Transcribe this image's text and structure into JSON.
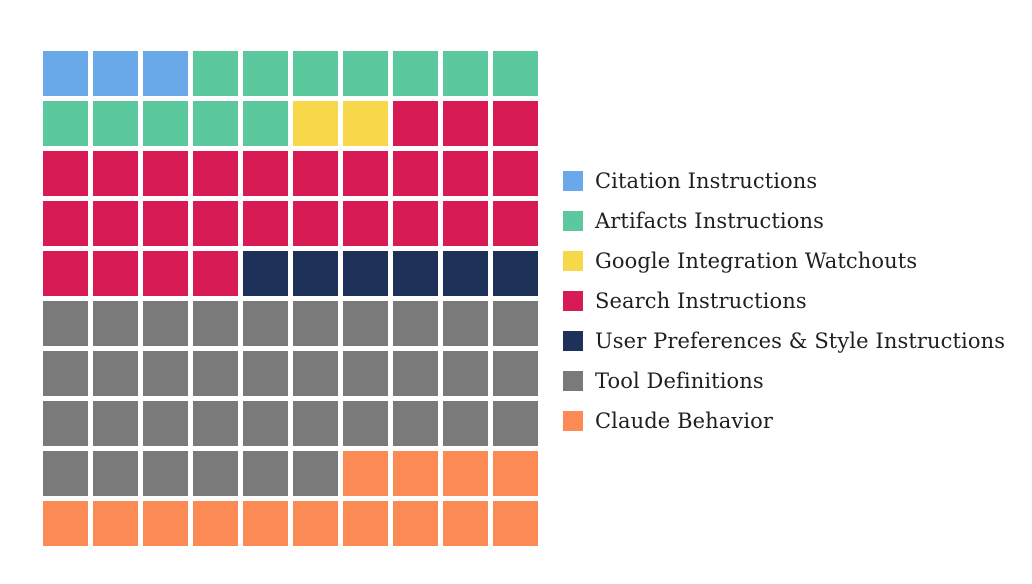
{
  "chart_data": {
    "type": "waffle",
    "grid": {
      "rows": 10,
      "cols": 10
    },
    "categories": [
      "Citation Instructions",
      "Artifacts Instructions",
      "Google Integration Watchouts",
      "Search Instructions",
      "User Preferences & Style Instructions",
      "Tool Definitions",
      "Claude Behavior"
    ],
    "values": [
      3,
      12,
      2,
      27,
      6,
      36,
      14
    ],
    "colors": [
      "#6aa9e9",
      "#5cc89e",
      "#f7d84a",
      "#d81b55",
      "#1e3259",
      "#7a7a7a",
      "#fb8a54"
    ],
    "legend_position": "right"
  }
}
